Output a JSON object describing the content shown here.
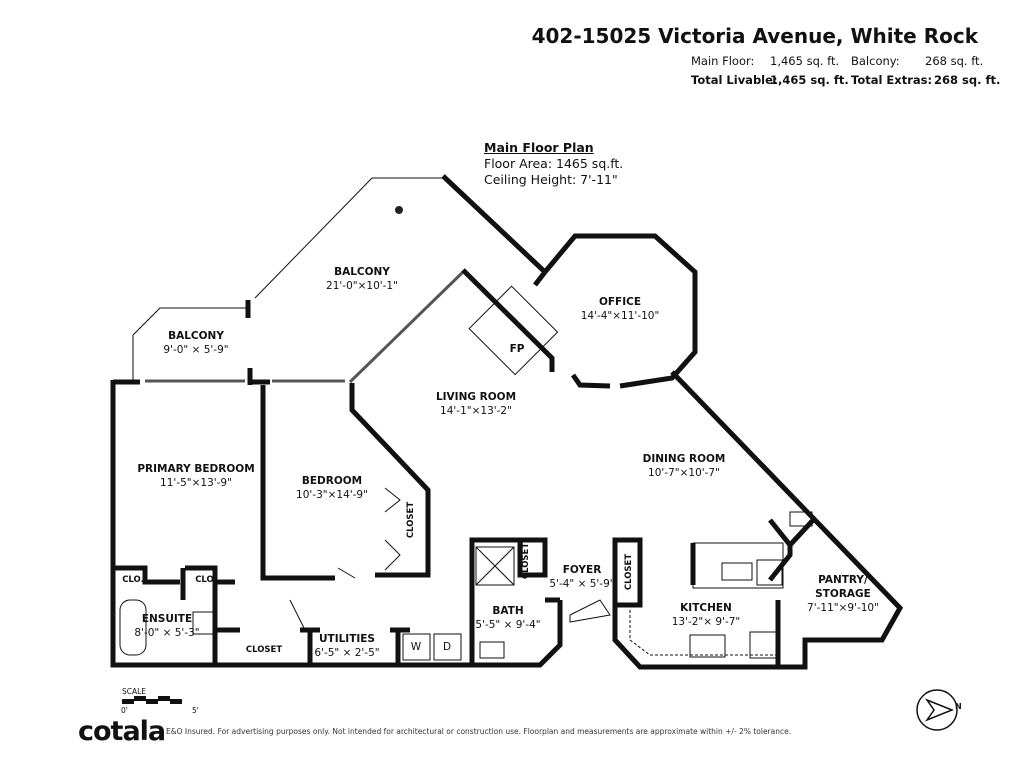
{
  "header": {
    "title": "402-15025 Victoria Avenue, White Rock",
    "main_floor_label": "Main Floor:",
    "main_floor_value": "1,465 sq. ft.",
    "balcony_label": "Balcony:",
    "balcony_value": "268 sq. ft.",
    "total_livable_label": "Total Livable:",
    "total_livable_value": "1,465 sq. ft.",
    "total_extras_label": "Total Extras:",
    "total_extras_value": "268 sq. ft."
  },
  "plan_info": {
    "title": "Main Floor Plan",
    "floor_area": "Floor Area: 1465 sq.ft.",
    "ceiling": "Ceiling Height: 7'-11\""
  },
  "rooms": {
    "balcony_large": {
      "name": "BALCONY",
      "dim": "21'-0\"×10'-1\""
    },
    "balcony_small": {
      "name": "BALCONY",
      "dim": "9'-0\" × 5'-9\""
    },
    "office": {
      "name": "OFFICE",
      "dim": "14'-4\"×11'-10\""
    },
    "fireplace": "FP",
    "living": {
      "name": "LIVING ROOM",
      "dim": "14'-1\"×13'-2\""
    },
    "dining": {
      "name": "DINING ROOM",
      "dim": "10'-7\"×10'-7\""
    },
    "primary": {
      "name": "PRIMARY BEDROOM",
      "dim": "11'-5\"×13'-9\""
    },
    "bedroom": {
      "name": "BEDROOM",
      "dim": "10'-3\"×14'-9\""
    },
    "ensuite": {
      "name": "ENSUITE",
      "dim": "8'-0\" × 5'-3\""
    },
    "utilities": {
      "name": "UTILITIES",
      "dim": "6'-5\" × 2'-5\""
    },
    "bath": {
      "name": "BATH",
      "dim": "5'-5\" × 9'-4\""
    },
    "foyer": {
      "name": "FOYER",
      "dim": "5'-4\" × 5'-9\""
    },
    "kitchen": {
      "name": "KITCHEN",
      "dim": "13'-2\"× 9'-7\""
    },
    "pantry": {
      "name": "PANTRY/",
      "name2": "STORAGE",
      "dim": "7'-11\"×9'-10\""
    },
    "closet": "CLOSET",
    "clo": "CLO.",
    "washer": "W",
    "dryer": "D"
  },
  "scale": {
    "label": "SCALE",
    "start": "0'",
    "end": "5'"
  },
  "footer": {
    "logo": "cotala",
    "disclaimer": "E&O Insured. For advertising purposes only. Not intended for architectural or construction use. Floorplan and measurements are approximate within +/- 2% tolerance."
  },
  "compass": {
    "icon": "north-arrow-icon",
    "label": "N"
  }
}
